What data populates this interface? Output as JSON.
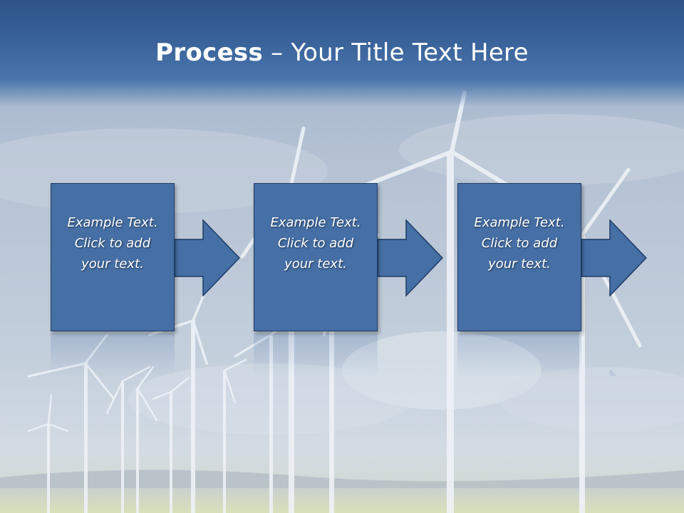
{
  "slide": {
    "title_bold": "Process",
    "title_rest": " – Your Title Text Here",
    "steps": [
      {
        "line1": "Example Text.",
        "line2": "Click  to add",
        "line3": "your text."
      },
      {
        "line1": "Example Text.",
        "line2": "Click  to add",
        "line3": "your text."
      },
      {
        "line1": "Example Text.",
        "line2": "Click  to add",
        "line3": "your text."
      }
    ]
  },
  "colors": {
    "title_bar": "#2f5488",
    "box_fill": "#456fa5",
    "box_border": "#1f3d66",
    "text": "#ffffff"
  },
  "background": {
    "image": "wind-turbines-under-cloudy-sky"
  }
}
